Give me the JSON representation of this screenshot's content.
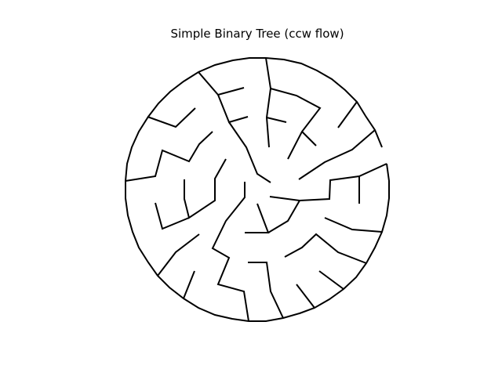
{
  "figure": {
    "title": "Simple Binary Tree (ccw flow)",
    "line_color": "#000000",
    "background_color": "#ffffff"
  },
  "chart_data": {
    "type": "diagram",
    "title": "Simple Binary Tree (ccw flow)",
    "description_kind": "circular maze drawn as a binary tree of wall segments",
    "grid": false,
    "legend": false
  }
}
